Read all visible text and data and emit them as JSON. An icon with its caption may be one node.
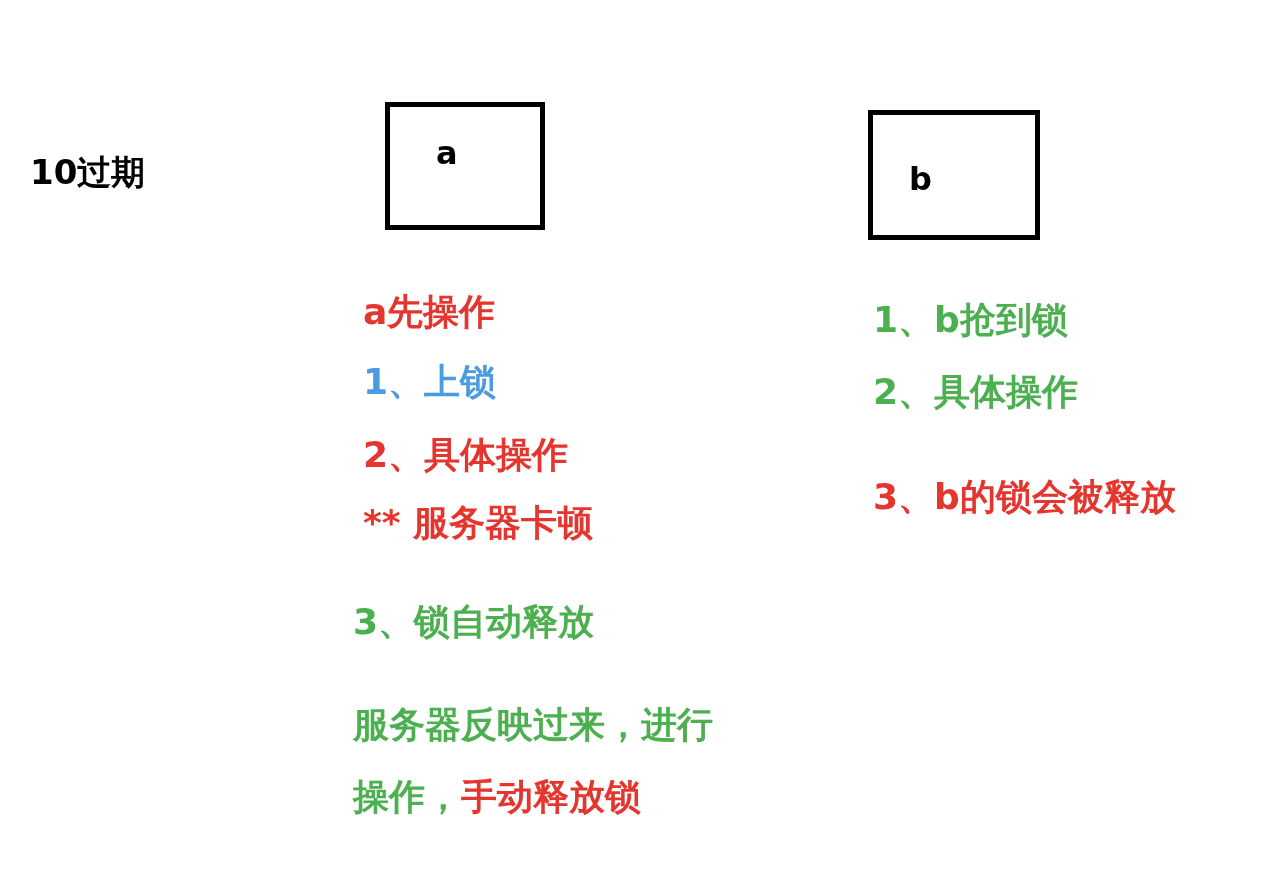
{
  "diagram": {
    "nodes": [
      {
        "text": [
          "a"
        ]
      },
      {
        "text": [
          "b"
        ]
      }
    ],
    "labels": [
      "10过期",
      "a先操作",
      "1、上锁",
      "2、具体操作",
      "** 服务器卡顿",
      "3、锁自动释放",
      "服务器反映过来，进行操作，",
      "手动释放锁",
      "1、b抢到锁",
      "2、具体操作",
      "3、b的锁会被释放"
    ]
  }
}
